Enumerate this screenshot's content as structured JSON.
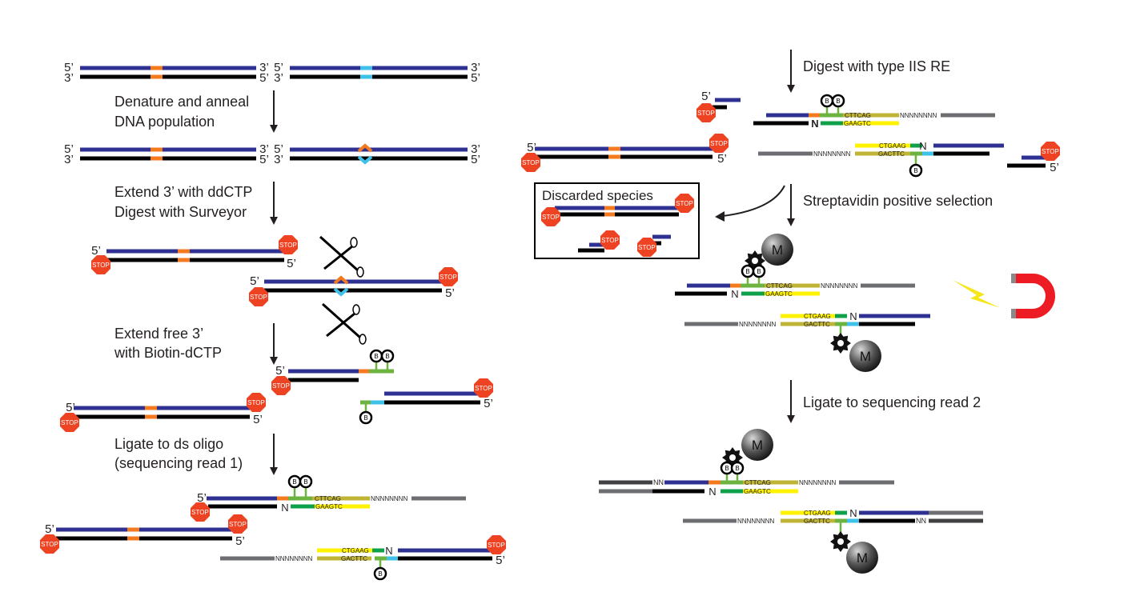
{
  "steps": {
    "denature_1": "Denature and anneal",
    "denature_2": "DNA population",
    "extend_1": "Extend 3’ with ddCTP",
    "extend_2": "Digest with Surveyor",
    "biotin_1": "Extend free 3’",
    "biotin_2": "with Biotin-dCTP",
    "ligate1_1": "Ligate to ds oligo",
    "ligate1_2": "(sequencing read 1)",
    "digest": "Digest with type IIS RE",
    "strep": "Streptavidin positive selection",
    "ligate2": "Ligate to sequencing read 2"
  },
  "discarded_title": "Discarded species",
  "labels": {
    "five": "5’",
    "three": "3’",
    "stop": "STOP",
    "biotin": "B",
    "bead": "M",
    "n": "N",
    "nn": "NN",
    "n8": "NNNNNNNN",
    "cttcag": "CTTCAG",
    "gaagtc": "GAAGTC",
    "ctgaag": "CTGAAG",
    "gacttc": "GACTTC"
  },
  "colors": {
    "navy": "#2e3192",
    "black": "#000000",
    "orange": "#f47a20",
    "cyan": "#3fc1e9",
    "green": "#6db33f",
    "dark_green": "#0fa04b",
    "yellow": "#fff200",
    "olive": "#bfb436",
    "gray": "#6d6e71",
    "dark_gray": "#414042",
    "stop_red": "#ee4323",
    "magnet_red": "#ed1c24",
    "lightning": "#f5e61a"
  }
}
